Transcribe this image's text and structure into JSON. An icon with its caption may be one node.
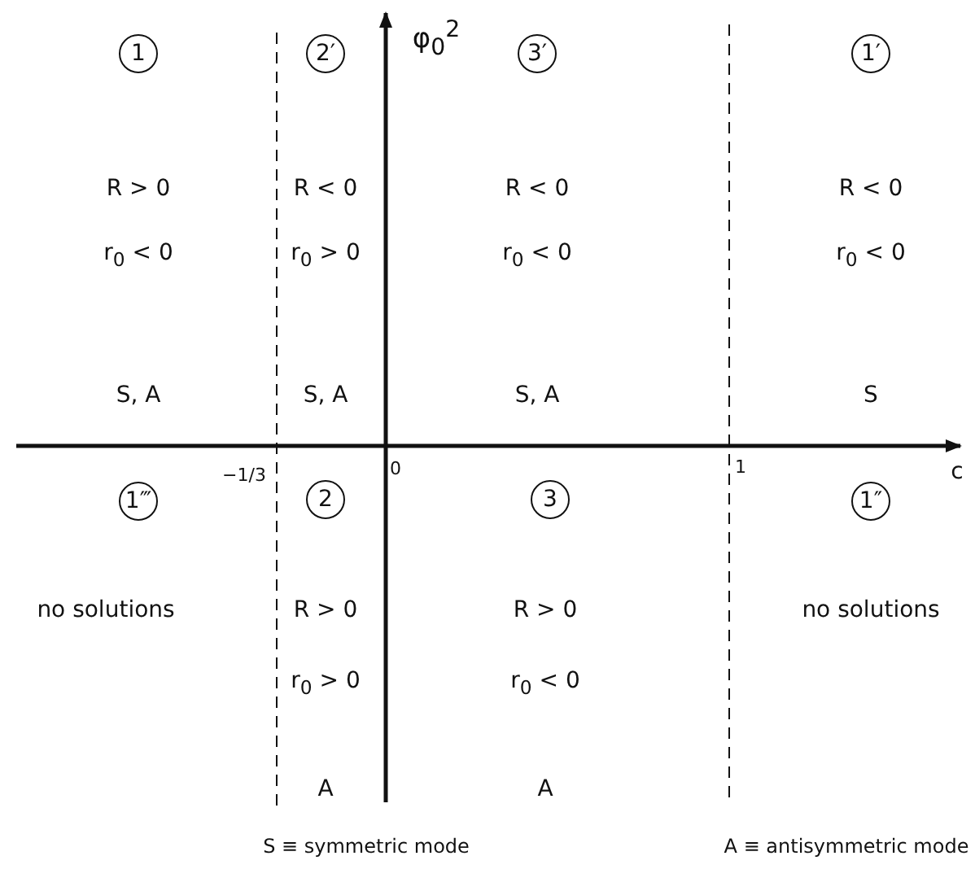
{
  "diagram": {
    "nodes": [
      {
        "text": [
          "1"
        ]
      },
      {
        "text": [
          "2′"
        ]
      },
      {
        "text": [
          "3′"
        ]
      },
      {
        "text": [
          "1′"
        ]
      },
      {
        "text": [
          "1‴"
        ]
      },
      {
        "text": [
          "2"
        ]
      },
      {
        "text": [
          "3"
        ]
      },
      {
        "text": [
          "1″"
        ]
      }
    ],
    "labels": [
      "φ$_{0}$$^{2}$",
      "R > 0",
      "R < 0",
      "R < 0",
      "R < 0",
      "r$_{0}$ < 0",
      "r$_{0}$ > 0",
      "r$_{0}$ < 0",
      "r$_{0}$ < 0",
      "S, A",
      "S, A",
      "S, A",
      "S",
      "−1/3",
      "0",
      "1",
      "c",
      "no solutions",
      "R > 0",
      "R > 0",
      "no solutions",
      "r$_{0}$ > 0",
      "r$_{0}$ < 0",
      "A",
      "A",
      "S ≡ symmetric mode",
      "A ≡ antisymmetric mode"
    ]
  }
}
